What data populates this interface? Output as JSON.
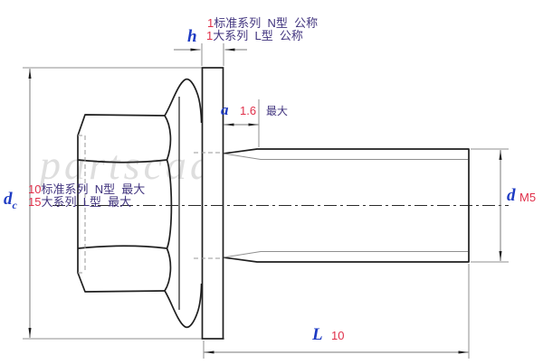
{
  "watermark": "partscad",
  "colors": {
    "symbol_blue": "#1e3bc3",
    "value_red": "#e0304a",
    "note_purple": "#42357f",
    "outline_black": "#1f1f1f",
    "aux_gray": "#8f8f8f"
  },
  "annotations": {
    "top_line1": {
      "value": "1",
      "text": "标准系列  N型  公称"
    },
    "top_line2": {
      "value": "1",
      "text": "大系列  L型  公称"
    },
    "left_line1": {
      "value": "10",
      "text": "标准系列  N型  最大"
    },
    "left_line2": {
      "value": "15",
      "text": "大系列  L型  最大"
    }
  },
  "dimensions": {
    "h": {
      "symbol": "h"
    },
    "dc": {
      "symbol": "d",
      "subscript": "c"
    },
    "a": {
      "symbol": "a",
      "value": "1.6",
      "note": "最大"
    },
    "d": {
      "symbol": "d",
      "value": "M5"
    },
    "L": {
      "symbol": "L",
      "value": "10"
    }
  }
}
